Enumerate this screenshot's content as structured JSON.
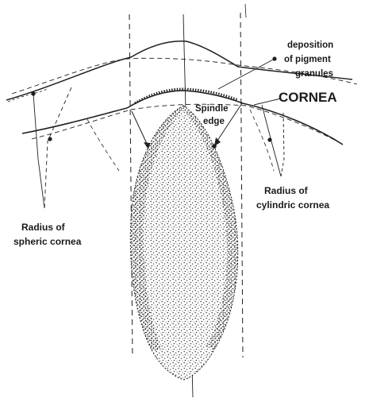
{
  "labels": {
    "deposition_line1": "deposition",
    "deposition_line2": "of pigment",
    "deposition_line3": "granules",
    "cornea": "CORNEA",
    "spindle_line1": "Spindle",
    "spindle_line2": "edge",
    "radius_cyl_line1": "Radius of",
    "radius_cyl_line2": "cylindric cornea",
    "radius_sph_line1": "Radius of",
    "radius_sph_line2": "spheric cornea"
  },
  "colors": {
    "ink": "#1f1f1f",
    "background": "#ffffff"
  }
}
